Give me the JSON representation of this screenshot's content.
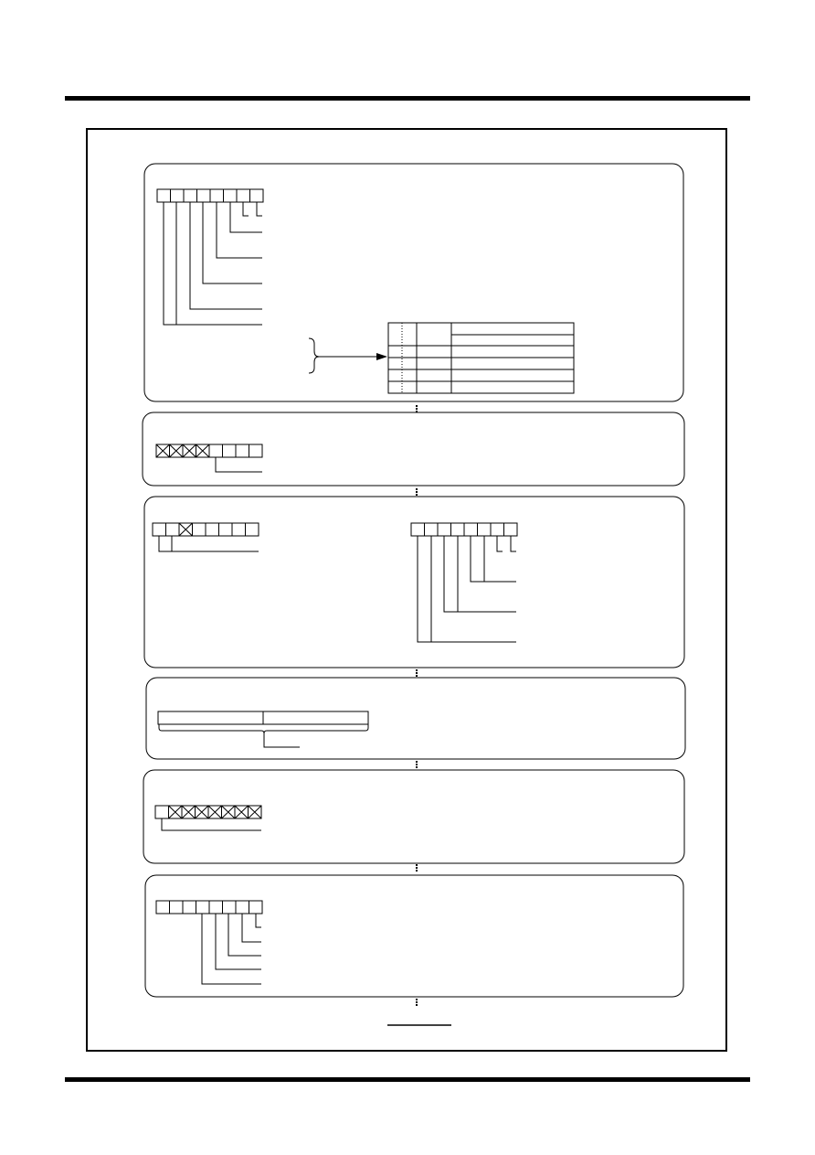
{
  "page": {
    "header_rule": "thick-black",
    "footer_rule": "thick-black"
  },
  "figure": {
    "panels": [
      {
        "name": "panel-1-register-8bit",
        "register_bits": 8,
        "crossed_bits": [],
        "table_rows": 5
      },
      {
        "name": "panel-2-register-8bit",
        "register_bits": 8,
        "crossed_bits": [
          0,
          1,
          2,
          3
        ]
      },
      {
        "name": "panel-3-two-registers",
        "left_register_bits": 8,
        "left_crossed_bits": [
          2
        ],
        "right_register_bits": 8,
        "right_crossed_bits": []
      },
      {
        "name": "panel-4-wide-register",
        "register_bits": 16,
        "fields": 2
      },
      {
        "name": "panel-5-register-8bit",
        "register_bits": 8,
        "crossed_bits": [
          1,
          2,
          3,
          4,
          5,
          6,
          7
        ]
      },
      {
        "name": "panel-6-register-8bit",
        "register_bits": 8,
        "crossed_bits": []
      }
    ],
    "continuation_marker": "vertical-dots",
    "colors": {
      "line": "#000000",
      "background": "#ffffff"
    }
  }
}
